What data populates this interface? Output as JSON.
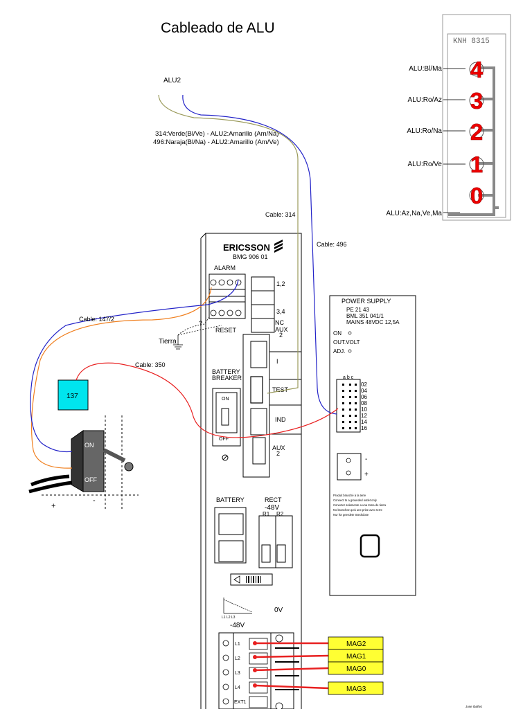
{
  "title": "Cableado de ALU",
  "alu2_label": "ALU2",
  "notes": [
    "314:Verde(Bl/Ve) - ALU2:Amarillo (Am/Na)",
    "496:Naraja(Bl/Na) - ALU2:Amarillo (Am/Ve)"
  ],
  "cables": {
    "c314": "Cable: 314",
    "c496": "Cable: 496",
    "c147": "Cable: 147/2",
    "c350": "Cable: 350"
  },
  "knh": {
    "model": "KNH 8315",
    "rows": [
      {
        "label": "ALU:Bl/Ma",
        "num": "4"
      },
      {
        "label": "ALU:Ro/Az",
        "num": "3"
      },
      {
        "label": "ALU:Ro/Na",
        "num": "2"
      },
      {
        "label": "ALU:Ro/Ve",
        "num": "1"
      },
      {
        "label": "",
        "num": "0"
      }
    ],
    "common_label": "ALU:Az,Na,Ve,Ma"
  },
  "ericsson": {
    "brand": "ERICSSON",
    "model": "BMG 906 01",
    "alarm": "ALARM",
    "reset": "RESET",
    "tierra": "Tierra",
    "question": "?",
    "ports": {
      "p12": "1,2",
      "p34": "3,4",
      "nc": "NC",
      "aux": "AUX",
      "aux_n": "2"
    },
    "side_ports": {
      "i": "I",
      "test": "TEST",
      "ind": "IND",
      "aux": "AUX",
      "aux_n": "2"
    },
    "battery_breaker": [
      "BATTERY",
      "BREAKER"
    ],
    "breaker_on": "ON",
    "breaker_off": "OFF",
    "battery": "BATTERY",
    "rect": "RECT",
    "rect_v": "-48V",
    "r1": "R1",
    "r2": "R2",
    "ov": "0V",
    "neg48": "-48V",
    "lines": [
      "L1",
      "L2",
      "L3",
      "L4",
      "EXT1"
    ],
    "chart_ticks": "L1 L2 L3"
  },
  "power_supply": {
    "title": "POWER SUPPLY",
    "lines": [
      "PE 21 43",
      "BML 351 041/1",
      "MAINS  48VDC 12,5A"
    ],
    "on": "ON",
    "out_volt": "OUT.VOLT",
    "adj": "ADJ.",
    "abc": "a b c",
    "pins": [
      "02",
      "04",
      "06",
      "08",
      "10",
      "12",
      "14",
      "16"
    ],
    "minus": "-",
    "plus": "+",
    "warnings": [
      "Produit branché à la terre",
      "Connect to a grounded outlet only",
      "Conecter solamente a una toma de tierra",
      "No branchez qu'à une prise avec terre",
      "Nur für geerdete Steckdose"
    ]
  },
  "switch": {
    "id_label": "137",
    "on": "ON",
    "off": "OFF",
    "plus": "+",
    "minus": "-"
  },
  "mags": [
    "MAG2",
    "MAG1",
    "MAG0",
    "MAG3"
  ],
  "footer_small": "Jose Ibañez"
}
